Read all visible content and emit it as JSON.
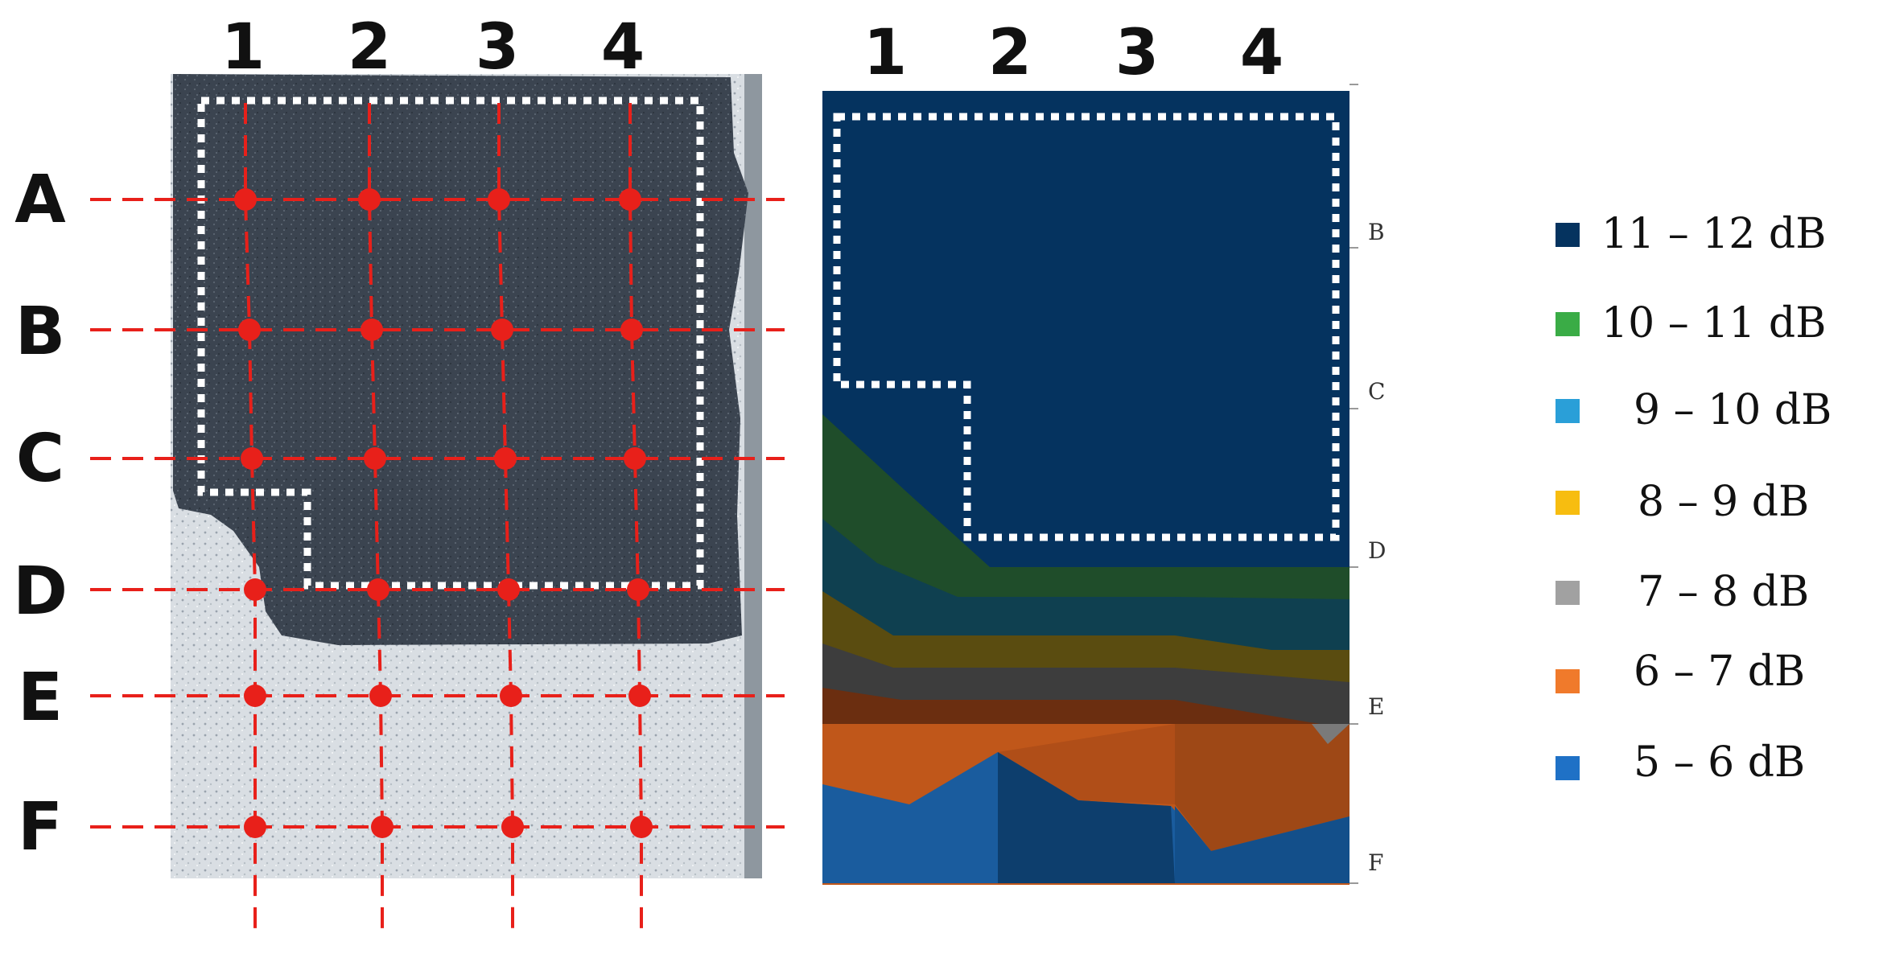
{
  "photo_panel": {
    "column_labels": [
      "1",
      "2",
      "3",
      "4"
    ],
    "row_labels": [
      "A",
      "B",
      "C",
      "D",
      "E",
      "F"
    ]
  },
  "map_panel": {
    "column_labels": [
      "1",
      "2",
      "3",
      "4"
    ],
    "axis_tick_labels": [
      "B",
      "C",
      "D",
      "E",
      "F"
    ]
  },
  "legend": {
    "items": [
      {
        "label": "11 – 12 dB",
        "color": "#05335f"
      },
      {
        "label": "10 – 11 dB",
        "color": "#3aac46"
      },
      {
        "label": "9 – 10 dB",
        "color": "#2a9fd8"
      },
      {
        "label": "8 – 9 dB",
        "color": "#f7bd10"
      },
      {
        "label": "7 – 8 dB",
        "color": "#a1a1a1"
      },
      {
        "label": "6 – 7 dB",
        "color": "#f07a2b"
      },
      {
        "label": "5 – 6 dB",
        "color": "#1f71c6"
      }
    ]
  },
  "colors": {
    "grid_lines": "#e8201a",
    "dotted_outline": "#ffffff",
    "sample_dark": "#3a4350",
    "substrate": "#dfe4e7"
  }
}
